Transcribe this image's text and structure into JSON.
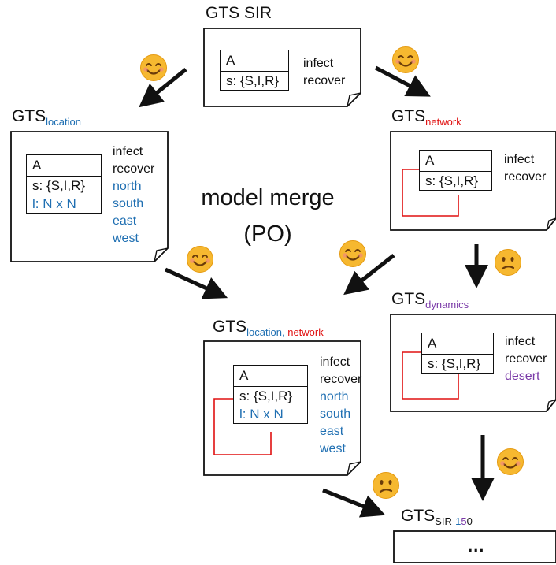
{
  "top": {
    "title": "GTS SIR",
    "class_name": "A",
    "attr": "s: {S,I,R}",
    "ops": [
      "infect",
      "recover"
    ]
  },
  "location": {
    "title_main": "GTS",
    "title_sub": "location",
    "class_name": "A",
    "attr": "s: {S,I,R}",
    "attr2": "l: N x N",
    "ops": [
      "infect",
      "recover",
      "north",
      "south",
      "east",
      "west"
    ]
  },
  "network": {
    "title_main": "GTS",
    "title_sub": "network",
    "class_name": "A",
    "attr": "s: {S,I,R}",
    "ops": [
      "infect",
      "recover"
    ]
  },
  "merge_label": {
    "line1": "model merge",
    "line2": "(PO)"
  },
  "merged": {
    "title_main": "GTS",
    "title_sub1": "location",
    "title_sep": ", ",
    "title_sub2": "network",
    "class_name": "A",
    "attr": "s: {S,I,R}",
    "attr2": "l: N x N",
    "ops": [
      "infect",
      "recover",
      "north",
      "south",
      "east",
      "west"
    ]
  },
  "dynamics": {
    "title_main": "GTS",
    "title_sub": "dynamics",
    "class_name": "A",
    "attr": "s: {S,I,R}",
    "ops": [
      "infect",
      "recover",
      "desert"
    ]
  },
  "final": {
    "title_main": "GTS",
    "title_sub_a": "SIR-",
    "title_sub_b": "1",
    "title_sub_c": "5",
    "title_sub_d": "0",
    "content": "..."
  },
  "colors": {
    "blue": "#1f6fb2",
    "red": "#e01010",
    "purple": "#7a3aa8",
    "emoji": "#f6b830"
  },
  "emoji_moods": [
    "happy",
    "happy",
    "happy",
    "happy",
    "confused",
    "happy",
    "confused"
  ]
}
